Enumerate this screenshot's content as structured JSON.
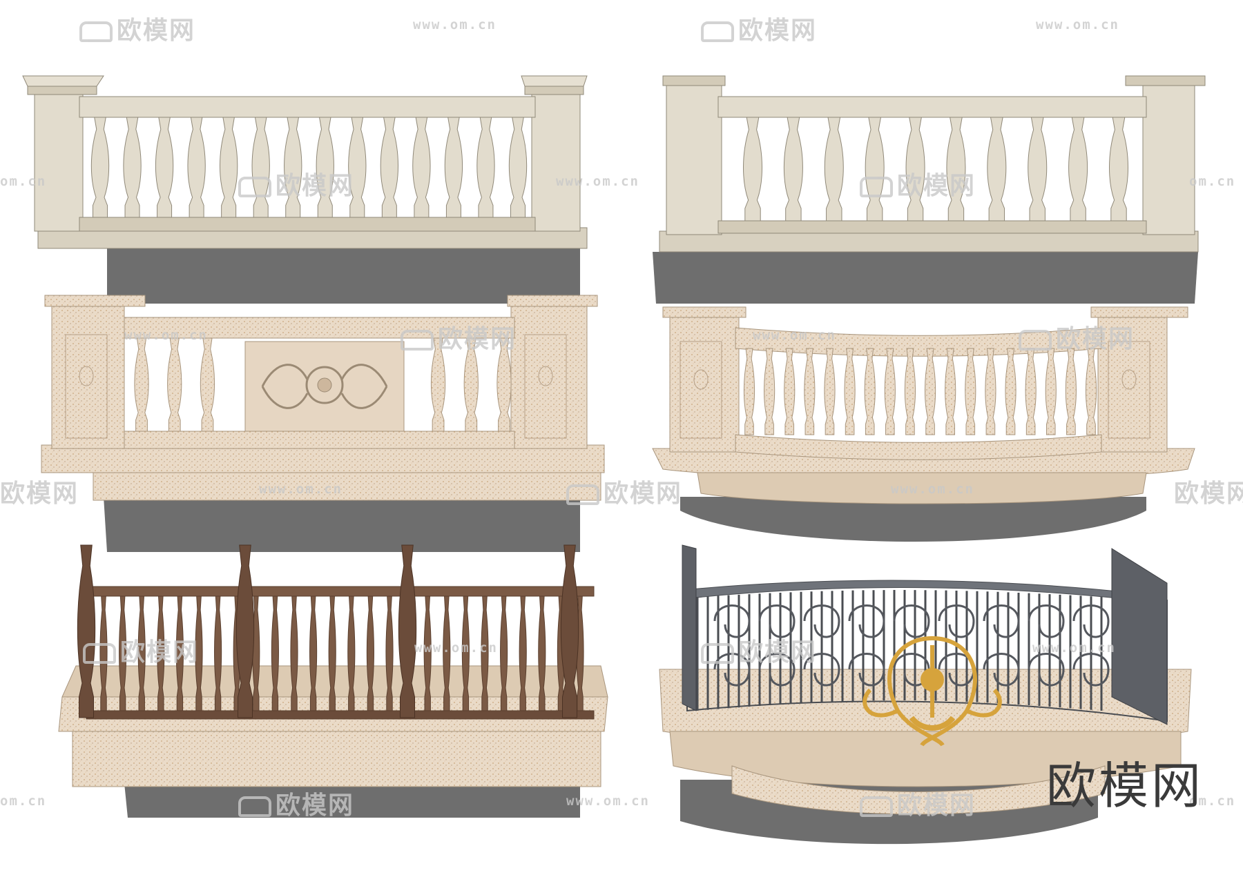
{
  "watermarks": {
    "brand": "欧模网",
    "url": "www.om.cn",
    "url_short": "om.cn",
    "corner_brand": "欧模网"
  },
  "colors": {
    "stone_light": "#e2dccd",
    "stone_mid": "#d3cbb8",
    "stone_dark": "#b9b09c",
    "granite": "#e8d8c4",
    "granite_dark": "#cdb79d",
    "shadow": "#6e6e6e",
    "wood": "#7b5a45",
    "wood_dark": "#5a3f2e",
    "iron": "#6f737a",
    "iron_dark": "#4a4d52",
    "gold": "#d6a33c"
  }
}
